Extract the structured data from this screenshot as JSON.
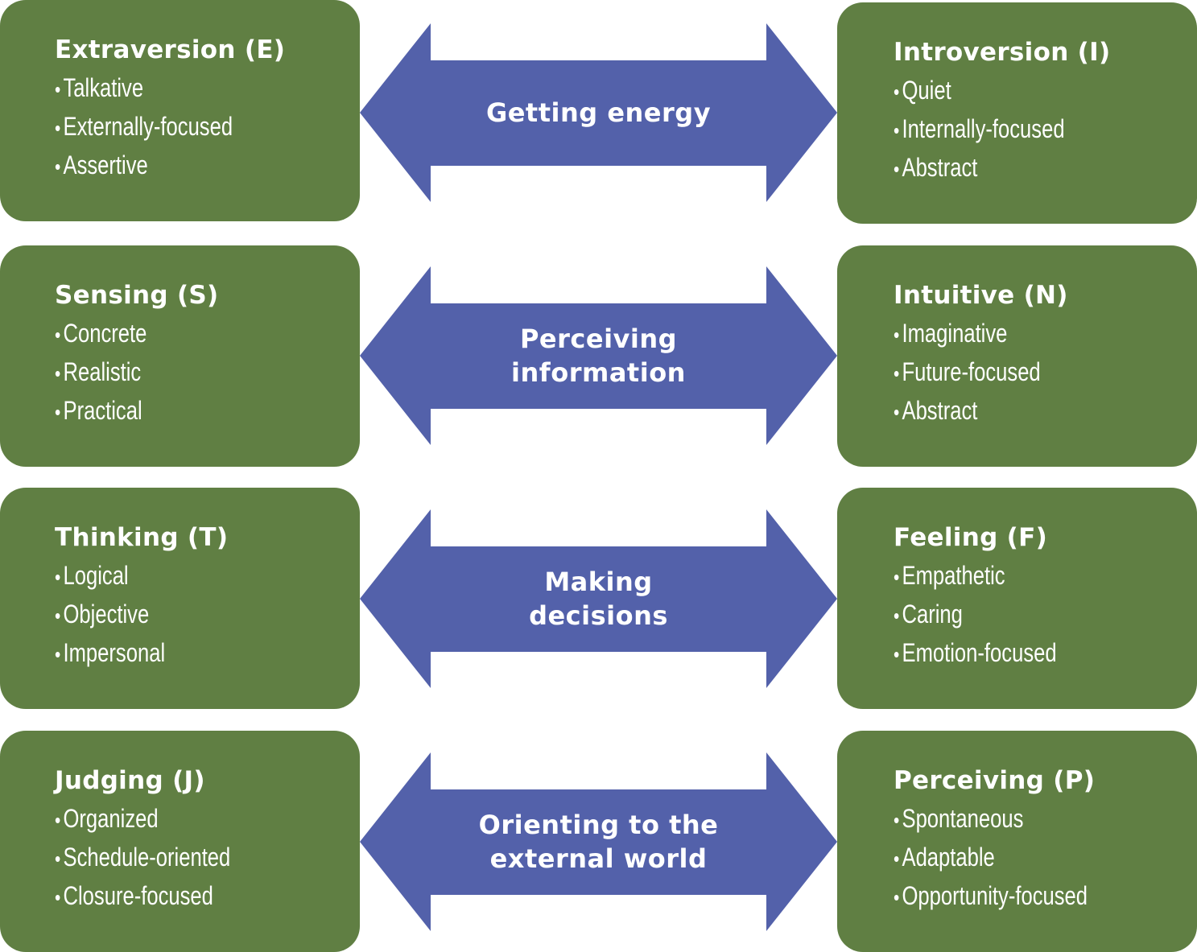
{
  "colors": {
    "box": "#607f43",
    "arrow": "#5361aa",
    "text": "#ffffff"
  },
  "rows": [
    {
      "left": {
        "title": "Extraversion (E)",
        "items": [
          "Talkative",
          "Externally-focused",
          "Assertive"
        ]
      },
      "arrow": "Getting energy",
      "right": {
        "title": "Introversion (I)",
        "items": [
          "Quiet",
          "Internally-focused",
          "Abstract"
        ]
      }
    },
    {
      "left": {
        "title": "Sensing (S)",
        "items": [
          "Concrete",
          "Realistic",
          "Practical"
        ]
      },
      "arrow": "Perceiving information",
      "right": {
        "title": "Intuitive (N)",
        "items": [
          "Imaginative",
          "Future-focused",
          "Abstract"
        ]
      }
    },
    {
      "left": {
        "title": "Thinking (T)",
        "items": [
          "Logical",
          "Objective",
          "Impersonal"
        ]
      },
      "arrow": "Making decisions",
      "right": {
        "title": "Feeling (F)",
        "items": [
          "Empathetic",
          "Caring",
          "Emotion-focused"
        ]
      }
    },
    {
      "left": {
        "title": "Judging (J)",
        "items": [
          "Organized",
          "Schedule-oriented",
          "Closure-focused"
        ]
      },
      "arrow": "Orienting to the external world",
      "right": {
        "title": "Perceiving (P)",
        "items": [
          "Spontaneous",
          "Adaptable",
          "Opportunity-focused"
        ]
      }
    }
  ]
}
